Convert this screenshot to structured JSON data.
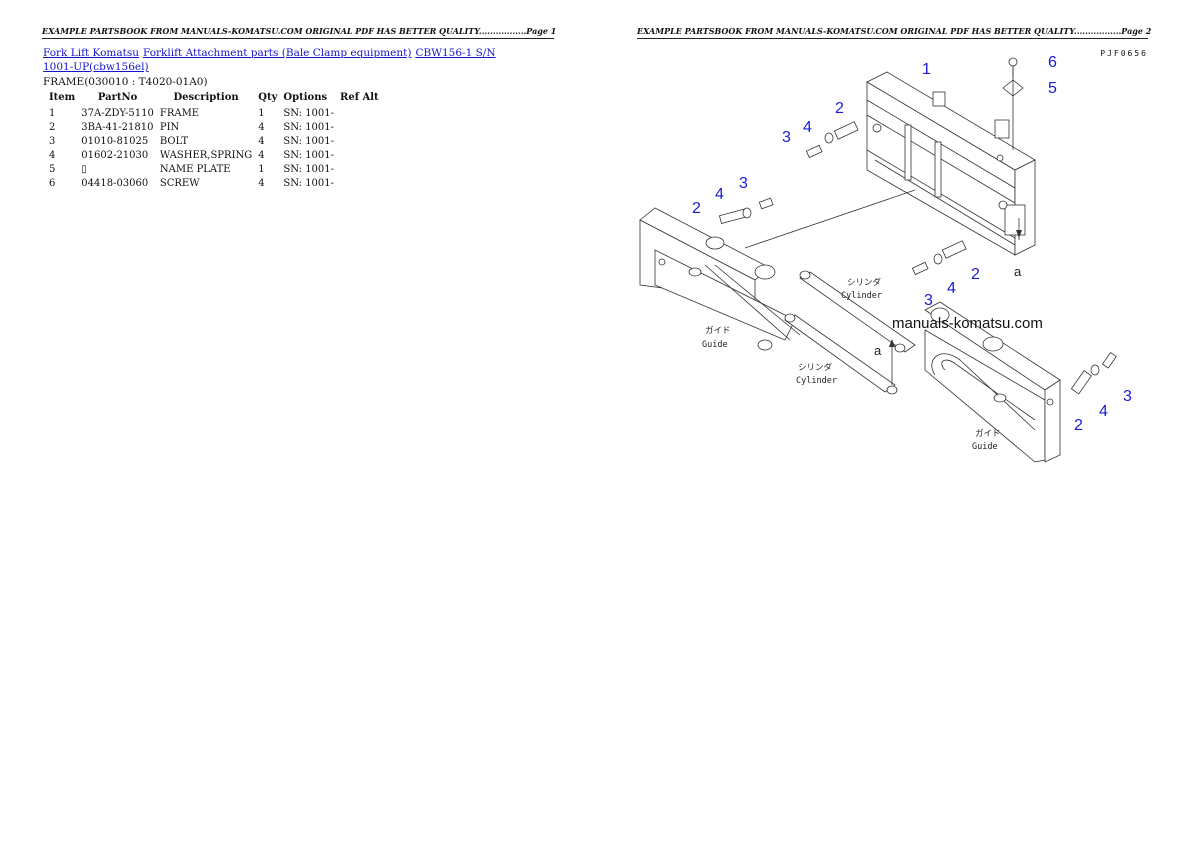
{
  "pages": {
    "left": {
      "header": "EXAMPLE PARTSBOOK FROM MANUALS-KOMATSU.COM ORIGINAL PDF HAS BETTER QUALITY.................Page 1"
    },
    "right": {
      "header": "EXAMPLE PARTSBOOK FROM MANUALS-KOMATSU.COM ORIGINAL PDF HAS BETTER QUALITY.................Page 2"
    }
  },
  "breadcrumb": [
    "Fork Lift Komatsu",
    "Forklift Attachment parts (Bale Clamp equipment)",
    "CBW156-1 S/N 1001-UP(cbw156el)"
  ],
  "frame_title": "FRAME(030010 : T4020-01A0)",
  "table": {
    "headers": [
      "Item",
      "PartNo",
      "Description",
      "Qty",
      "Options",
      "Ref Alt"
    ],
    "rows": [
      [
        "1",
        "37A-ZDY-5110",
        "FRAME",
        "1",
        "SN: 1001-",
        ""
      ],
      [
        "2",
        "3BA-41-21810",
        "PIN",
        "4",
        "SN: 1001-",
        ""
      ],
      [
        "3",
        "01010-81025",
        "BOLT",
        "4",
        "SN: 1001-",
        ""
      ],
      [
        "4",
        "01602-21030",
        "WASHER,SPRING",
        "4",
        "SN: 1001-",
        ""
      ],
      [
        "5",
        "",
        "NAME PLATE",
        "1",
        "SN: 1001-",
        ""
      ],
      [
        "6",
        "04418-03060",
        "SCREW",
        "4",
        "SN: 1001-",
        ""
      ]
    ]
  },
  "diagram": {
    "code": "PJF0656",
    "watermark": "manuals-komatsu.com",
    "callouts": {
      "n1": "1",
      "n2": "2",
      "n3": "3",
      "n4": "4",
      "n5": "5",
      "n6": "6",
      "a": "a"
    },
    "labels": {
      "cylinder_jp": "シリンダ",
      "cylinder": "Cylinder",
      "guide_jp": "ガイド",
      "guide": "Guide"
    },
    "colors": {
      "callout": "#1a1ad6",
      "link": "#1515c8"
    }
  }
}
